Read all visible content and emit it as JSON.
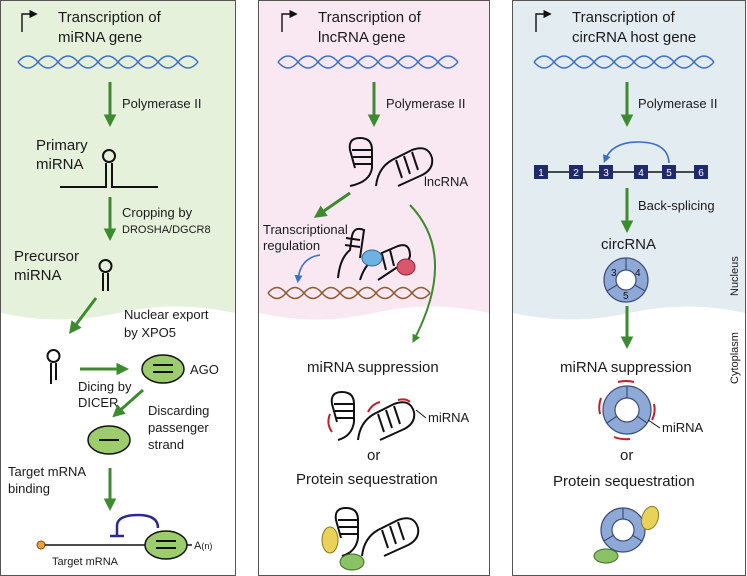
{
  "colors": {
    "green_arrow": "#3d8b2f",
    "blue_arrow": "#3a6fc4",
    "dna": "#3b6fc9",
    "dna_brown": "#8b5a2b",
    "nucleus_green": "#e6f1dc",
    "nucleus_pink": "#f9e8f2",
    "nucleus_blue": "#e3edf1",
    "ago_fill": "#9ccc6b",
    "exon": "#1f2a6b",
    "circ_ring": "#8fa9d6",
    "red_mark": "#c0202a",
    "protein_yellow": "#e8d25a",
    "protein_green": "#8bc266",
    "protein_pink": "#d9566d",
    "protein_blue": "#6fb1e0"
  },
  "panel_mirna": {
    "title_line1": "Transcription of",
    "title_line2": "miRNA gene",
    "pol2": "Polymerase II",
    "primary_line1": "Primary",
    "primary_line2": "miRNA",
    "cropping_line1": "Cropping by",
    "cropping_line2": "DROSHA/DGCR8",
    "precursor_line1": "Precursor",
    "precursor_line2": "miRNA",
    "export_line1": "Nuclear export",
    "export_line2": "by XPO5",
    "ago": "AGO",
    "dicing_line1": "Dicing by",
    "dicing_line2": "DICER",
    "discard_line1": "Discarding",
    "discard_line2": "passenger",
    "discard_line3": "strand",
    "target_line1": "Target mRNA",
    "target_line2": "binding",
    "target_mrna": "Target mRNA",
    "polya": "A",
    "polya_sub": "(n)"
  },
  "panel_lncrna": {
    "title_line1": "Transcription of",
    "title_line2": "lncRNA gene",
    "pol2": "Polymerase II",
    "lncrna": "lncRNA",
    "transcriptional_line1": "Transcriptional",
    "transcriptional_line2": "regulation",
    "mirna_suppression": "miRNA suppression",
    "mirna": "miRNA",
    "or": "or",
    "protein_sequestration": "Protein sequestration"
  },
  "panel_circrna": {
    "title_line1": "Transcription of",
    "title_line2": "circRNA host gene",
    "pol2": "Polymerase II",
    "exons": [
      "1",
      "2",
      "3",
      "4",
      "5",
      "6"
    ],
    "backsplicing": "Back-splicing",
    "circrna": "circRNA",
    "ring_exons": [
      "3",
      "4",
      "5"
    ],
    "nucleus": "Nucleus",
    "cytoplasm": "Cytoplasm",
    "mirna_suppression": "miRNA suppression",
    "mirna": "miRNA",
    "or": "or",
    "protein_sequestration": "Protein sequestration"
  }
}
